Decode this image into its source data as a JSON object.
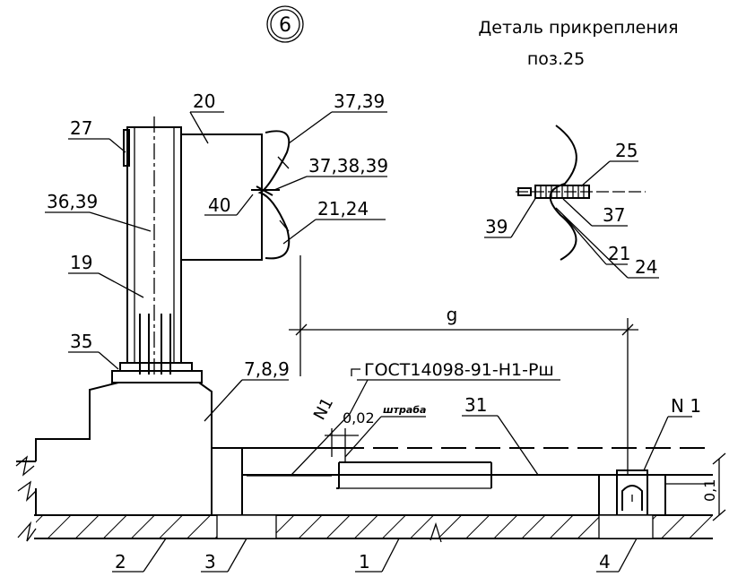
{
  "detail": {
    "number": "6",
    "title_line1": "Деталь прикрепления",
    "title_line2": "поз.25"
  },
  "labels": {
    "l20": "20",
    "l27": "27",
    "l3739": "37,39",
    "l373839": "37,38,39",
    "l3639": "36,39",
    "l40": "40",
    "l2124": "21,24",
    "l19": "19",
    "l35": "35",
    "l789": "7,8,9",
    "lg": "g",
    "lgost": "ГОСТ14098-91-Н1-Рш",
    "lN1a": "N1",
    "l002": "0,02",
    "lshtraba": "штраба",
    "l31": "31",
    "lN1b": "N 1",
    "l01": "0,1",
    "l1": "1",
    "l2": "2",
    "l3": "3",
    "l4": "4",
    "l25": "25",
    "l37": "37",
    "l39": "39",
    "l21": "21",
    "l24": "24"
  }
}
